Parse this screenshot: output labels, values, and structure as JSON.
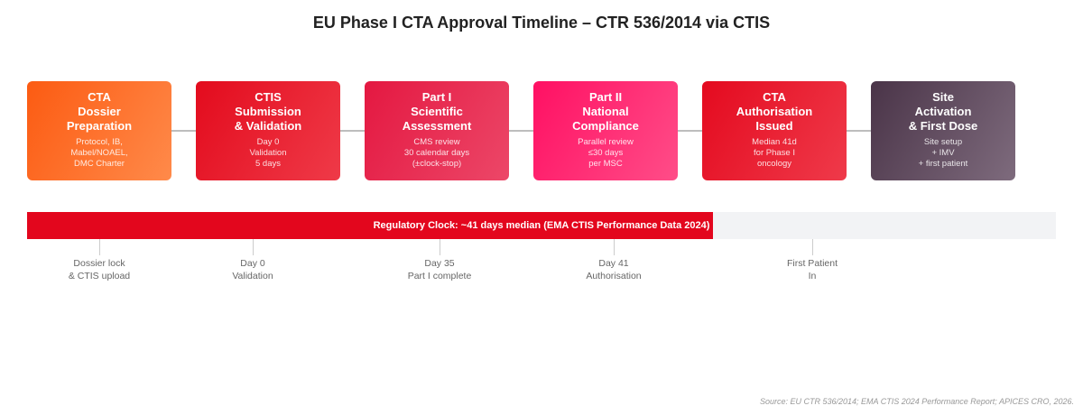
{
  "title": "EU Phase I CTA Approval Timeline – CTR 536/2014 via CTIS",
  "stages": [
    {
      "title": [
        "CTA",
        "Dossier",
        "Preparation"
      ],
      "desc": [
        "Protocol, IB,",
        "Mabel/NOAEL,",
        "DMC Charter"
      ],
      "color_from": "#fc5b12",
      "color_to": "#ff8a4a"
    },
    {
      "title": [
        "CTIS",
        "Submission",
        "& Validation"
      ],
      "desc": [
        "Day 0",
        "Validation",
        "5 days"
      ],
      "color_from": "#e30b1d",
      "color_to": "#ef3a48"
    },
    {
      "title": [
        "Part I",
        "Scientific",
        "Assessment"
      ],
      "desc": [
        "CMS review",
        "30 calendar days",
        "(±clock-stop)"
      ],
      "color_from": "#e41841",
      "color_to": "#ec4768"
    },
    {
      "title": [
        "Part II",
        "National",
        "Compliance"
      ],
      "desc": [
        "Parallel review",
        "≤30 days",
        "per MSC"
      ],
      "color_from": "#ff1063",
      "color_to": "#ff4d88"
    },
    {
      "title": [
        "CTA",
        "Authorisation",
        "Issued"
      ],
      "desc": [
        "Median 41d",
        "for Phase I",
        "oncology"
      ],
      "color_from": "#e40a1f",
      "color_to": "#ef3a4a"
    },
    {
      "title": [
        "Site",
        "Activation",
        "& First Dose"
      ],
      "desc": [
        "Site setup",
        "+ IMV",
        "+ first patient"
      ],
      "color_from": "#4a3448",
      "color_to": "#7e6b7d"
    }
  ],
  "clock": {
    "label": "Regulatory Clock: ~41 days median (EMA CTIS Performance Data 2024)",
    "fill_fraction": 0.667,
    "fill_color": "#e3061d",
    "track_color": "#f2f3f5"
  },
  "milestones": [
    {
      "line1": "Dossier lock",
      "line2": "& CTIS upload"
    },
    {
      "line1": "Day 0",
      "line2": "Validation"
    },
    {
      "line1": "Day 35",
      "line2": "Part I complete"
    },
    {
      "line1": "Day 41",
      "line2": "Authorisation"
    },
    {
      "line1": "First Patient",
      "line2": "In"
    }
  ],
  "source": "Source: EU CTR 536/2014; EMA CTIS 2024 Performance Report; APICES CRO, 2026."
}
